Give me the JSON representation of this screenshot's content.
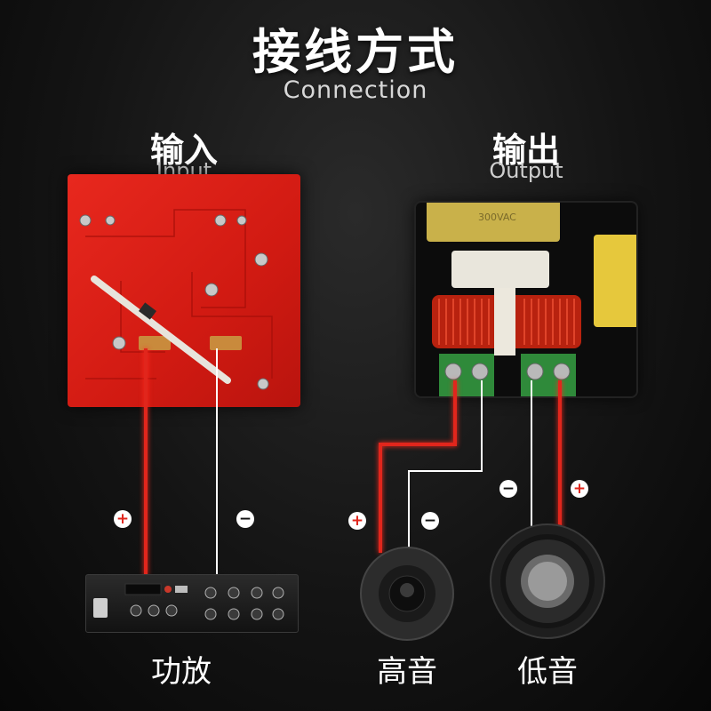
{
  "header": {
    "title_cn": "接线方式",
    "title_en": "Connection"
  },
  "input": {
    "label_cn": "输入",
    "label_en": "Input"
  },
  "output": {
    "label_cn": "输出",
    "label_en": "Output",
    "capacitor_text": "300VAC"
  },
  "devices": {
    "amplifier": "功放",
    "tweeter": "高音",
    "woofer": "低音"
  },
  "signs": {
    "plus": "+",
    "minus": "−"
  },
  "colors": {
    "positive_wire": "#e1261c",
    "negative_wire": "#ffffff",
    "board_red": "#d81c14"
  }
}
